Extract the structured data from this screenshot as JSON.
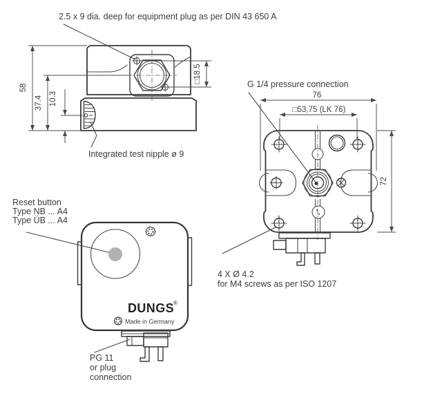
{
  "drawing": {
    "annotations": {
      "equipment_plug": "2.5 x 9 dia. deep for equipment plug as per DIN 43 650 A",
      "test_nipple": "Integrated test nipple ø 9",
      "pressure_connection": "G 1/4 pressure connection",
      "screw_holes_line1": "4 X Ø 4.2",
      "screw_holes_line2": "for M4 screws as per ISO 1207",
      "reset_line1": "Reset button",
      "reset_line2": "Type NB ... A4",
      "reset_line3": "Type ÜB ... A4",
      "gland_line1": "PG 11",
      "gland_line2": "or plug",
      "gland_line3": "connection"
    },
    "dimensions": {
      "side_height": "58",
      "side_plug_center": "37.4",
      "side_nipple": "10.3",
      "plug_square": "□18.5",
      "flange_width": "76",
      "hole_spacing": "□53,75 (LK 76)",
      "flange_height": "72"
    },
    "branding": {
      "logo": "DUNGS",
      "registered": "®",
      "made_in": "Made in Germany"
    },
    "colors": {
      "line": "#383838",
      "dimension_line": "#4a4a4a",
      "text": "#3d3d3d",
      "reset_button_fill": "#b1b1b1",
      "background": "#ffffff"
    }
  }
}
